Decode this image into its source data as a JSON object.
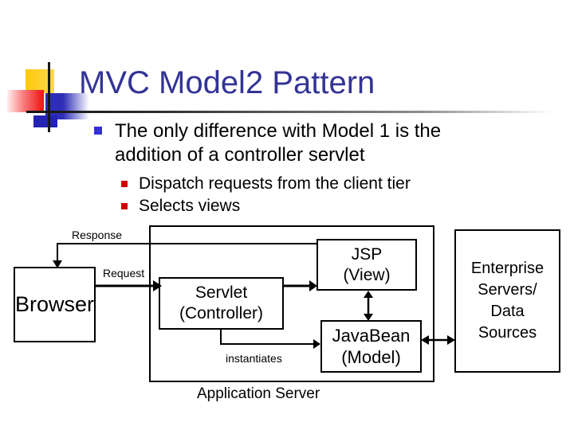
{
  "slide": {
    "title": "MVC Model2 Pattern",
    "bullet1": {
      "line1": "The only difference with Model 1 is the",
      "line2": "addition of a controller servlet"
    },
    "sub_bullets": [
      "Dispatch requests from the client tier",
      "Selects views"
    ]
  },
  "diagram": {
    "browser": {
      "label": "Browser"
    },
    "app_server": {
      "label": "Application Server"
    },
    "servlet": {
      "line1": "Servlet",
      "line2": "(Controller)"
    },
    "jsp": {
      "line1": "JSP",
      "line2": "(View)"
    },
    "javabean": {
      "line1": "JavaBean",
      "line2": "(Model)"
    },
    "enterprise": {
      "line1": "Enterprise",
      "line2": "Servers/",
      "line3": "Data",
      "line4": "Sources"
    },
    "arrows": {
      "response": "Response",
      "request": "Request",
      "instantiates": "instantiates"
    }
  },
  "colors": {
    "title": "#333397",
    "bullet_level1": "#3333cc",
    "bullet_level2": "#cc0000",
    "deco_yellow": "#ffc90b",
    "deco_red": "#ee1111",
    "deco_blue": "#2d2db8",
    "diagram_line": "#000000",
    "background": "#ffffff"
  }
}
